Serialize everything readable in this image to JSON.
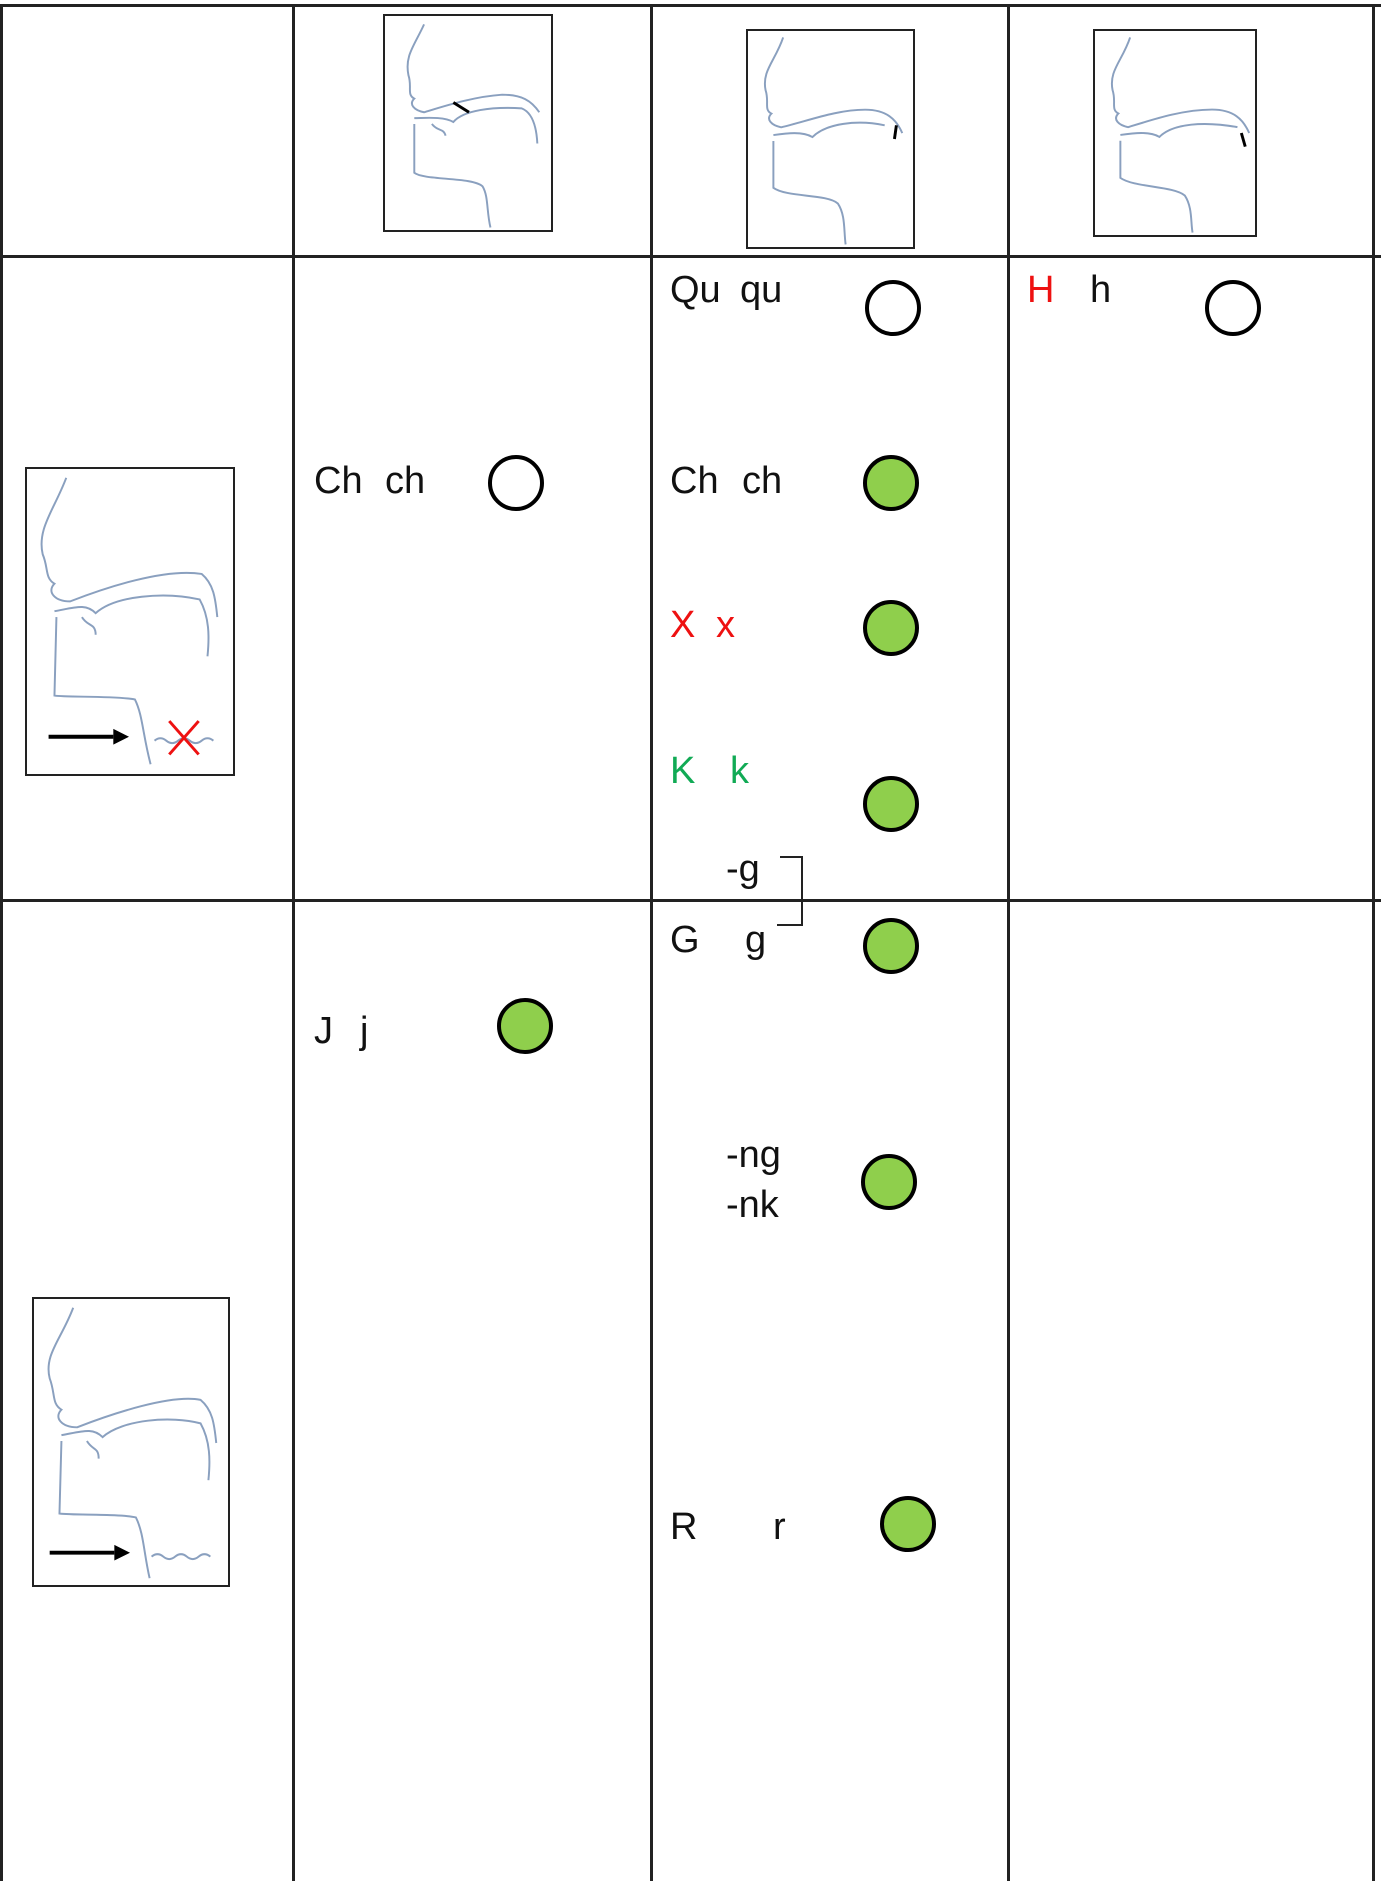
{
  "diagram_icons": {
    "front": "mouth-diagram-front-icon",
    "back": "mouth-diagram-back-icon",
    "throat": "mouth-diagram-throat-icon",
    "airflow_voiceless": "airflow-voiceless-icon",
    "airflow_voiced": "airflow-voiced-icon"
  },
  "colors": {
    "filled_circle": "#8fcf4c",
    "red_text": "#ee1111",
    "green_text": "#11aa55",
    "diagram_line": "#8aa0bf"
  },
  "cells": {
    "c_qu": {
      "upper": "Qu",
      "lower": "qu",
      "marker": "empty"
    },
    "c_h": {
      "upper": "H",
      "lower": "h",
      "marker": "empty"
    },
    "c_ch1": {
      "upper": "Ch",
      "lower": "ch",
      "marker": "empty"
    },
    "c_ch2": {
      "upper": "Ch",
      "lower": "ch",
      "marker": "filled"
    },
    "c_x": {
      "upper": "X",
      "lower": "x",
      "marker": "filled"
    },
    "c_k": {
      "upper": "K",
      "lower": "k",
      "marker": "filled"
    },
    "c_g_end": {
      "text": "-g"
    },
    "c_g": {
      "upper": "G",
      "lower": "g",
      "marker": "filled"
    },
    "c_j": {
      "upper": "J",
      "lower": "j",
      "marker": "filled"
    },
    "c_ng": {
      "line1": "-ng",
      "line2": "-nk",
      "marker": "filled"
    },
    "c_r": {
      "upper": "R",
      "lower": "r",
      "marker": "filled"
    }
  }
}
